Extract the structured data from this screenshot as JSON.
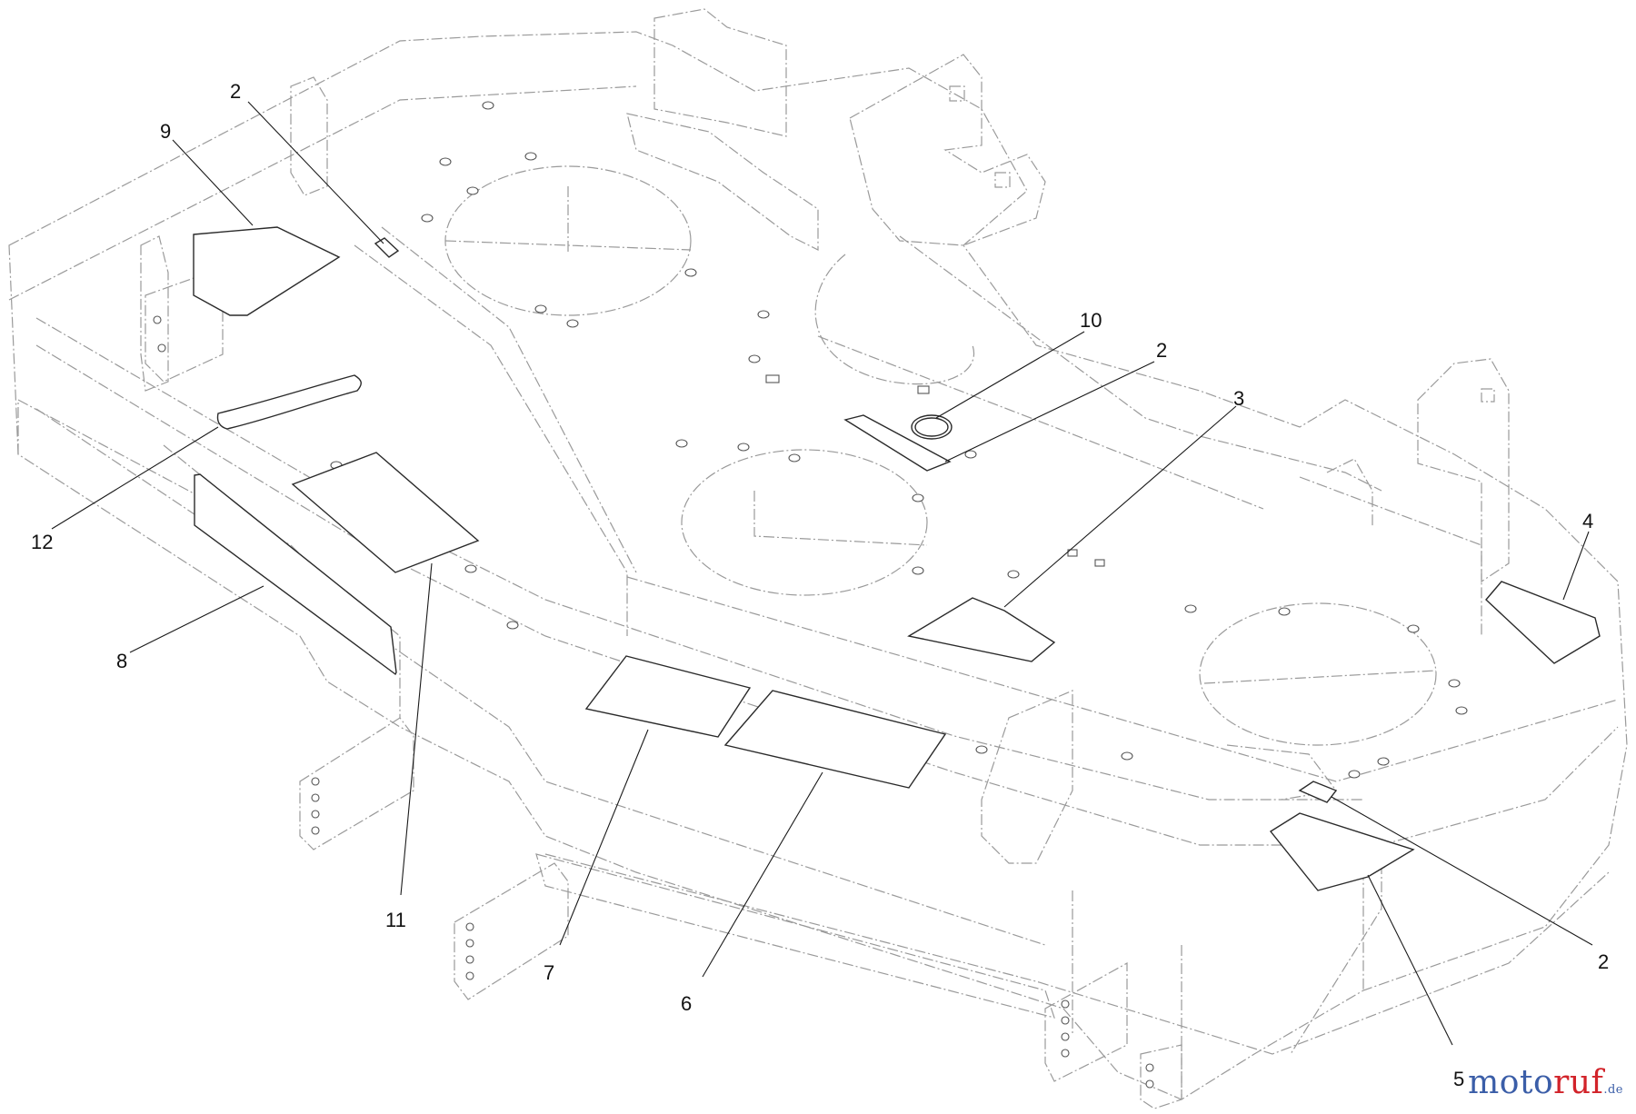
{
  "callouts": {
    "c2a": "2",
    "c9": "9",
    "c10": "10",
    "c2b": "2",
    "c3": "3",
    "c4": "4",
    "c12": "12",
    "c8": "8",
    "c11": "11",
    "c7": "7",
    "c6": "6",
    "c2c": "2",
    "c5": "5"
  },
  "watermark": {
    "part1": "moto",
    "part2": "ruf",
    "tld": ".de"
  }
}
